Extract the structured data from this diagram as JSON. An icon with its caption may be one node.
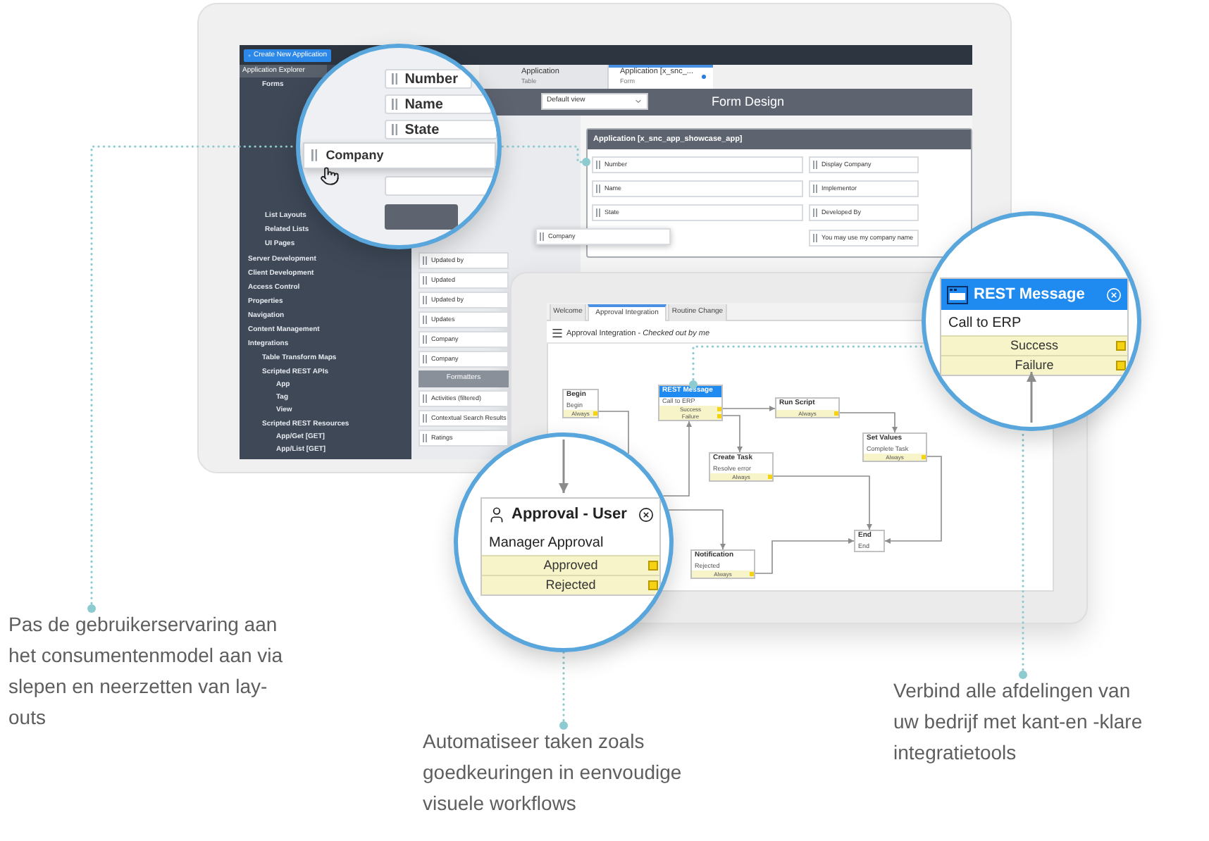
{
  "diagram": {
    "nodes": [
      {
        "text": [
          "Number",
          "Name",
          "State",
          "Company"
        ]
      },
      {
        "text": [
          "Application [x_snc_app_showcase_app]"
        ]
      },
      {
        "text": [
          "REST Message",
          "Call to ERP",
          "Success",
          "Failure"
        ]
      },
      {
        "text": [
          "Begin",
          "Begin",
          "Always"
        ]
      },
      {
        "text": [
          "Run Script",
          "Always"
        ]
      },
      {
        "text": [
          "Set Values",
          "Complete Task",
          "Always"
        ]
      },
      {
        "text": [
          "Create Task",
          "Resolve error",
          "Always"
        ]
      },
      {
        "text": [
          "End",
          "End"
        ]
      },
      {
        "text": [
          "Notification",
          "Rejected",
          "Always"
        ]
      },
      {
        "text": [],
        "shape": "circle"
      },
      {
        "text": [
          "REST Message",
          "Call to ERP",
          "Success",
          "Failure"
        ],
        "in": 9
      },
      {
        "text": [],
        "shape": "circle"
      },
      {
        "text": [
          "Approval - User",
          "Manager Approval",
          "Approved",
          "Rejected"
        ],
        "in": 11
      },
      {
        "text": [
          "Pas de gebruikerservaring aan het consumentenmodel aan via slepen en neerzetten van lay-outs"
        ]
      },
      {
        "text": [
          "Automatiseer taken zoals goedkeuringen in eenvoudige visuele workflows"
        ]
      },
      {
        "text": [
          "Verbind alle afdelingen van uw bedrijf met kant-en -klare integratietools"
        ]
      }
    ],
    "edges": [
      {
        "from": 13,
        "to": 0,
        "arrow": "other",
        "style": "dashed",
        "color": "#8ccbd0"
      },
      {
        "from": 1,
        "to": 0,
        "arrow": "other",
        "style": "dashed",
        "color": "#8ccbd0"
      },
      {
        "from": 14,
        "to": 11,
        "arrow": "other",
        "style": "dashed",
        "color": "#8ccbd0"
      },
      {
        "from": 15,
        "to": 9,
        "arrow": "other",
        "style": "dashed",
        "color": "#8ccbd0"
      },
      {
        "from": 2,
        "to": 9,
        "arrow": "other",
        "style": "dashed",
        "color": "#8ccbd0"
      },
      {
        "from": 3,
        "to": 11,
        "arrow": "none"
      },
      {
        "from": 11,
        "to": 2,
        "arrow": "to"
      },
      {
        "from": 11,
        "to": 8,
        "arrow": "to"
      },
      {
        "from": 2,
        "to": 4,
        "arrow": "to"
      },
      {
        "from": 2,
        "to": 6,
        "arrow": "to"
      },
      {
        "from": 4,
        "to": 5,
        "arrow": "to"
      },
      {
        "from": 5,
        "to": 7,
        "arrow": "to"
      },
      {
        "from": 6,
        "to": 7,
        "arrow": "to"
      },
      {
        "from": 8,
        "to": 7,
        "arrow": "to"
      },
      {
        "from": null,
        "to": 12,
        "arrow": "to"
      },
      {
        "from": null,
        "to": 10,
        "arrow": "to"
      }
    ],
    "labels": [
      "Create New Application",
      "Application Explorer",
      "Application",
      "Table",
      "Application [x_snc_...",
      "Form",
      "Forms",
      "Default view",
      "Form Design",
      "Number",
      "Display Company",
      "Name",
      "Implementor",
      "State",
      "Developed By",
      "You may use my company name",
      "List Layouts",
      "Related Lists",
      "UI Pages",
      "Company",
      "Updated by",
      "Updated",
      "Updated by",
      "Updates",
      "Company",
      "Company",
      "Formatters",
      "Activities (filtered)",
      "Contextual Search Results",
      "Ratings",
      "Server Development",
      "Client Development",
      "Access Control",
      "Properties",
      "Navigation",
      "Content Management",
      "Integrations",
      "Table Transform Maps",
      "Scripted REST APIs",
      "App",
      "Tag",
      "View",
      "Scripted REST Resources",
      "App/Get [GET]",
      "App/List [GET]",
      "Welcome",
      "Approval Integration",
      "Routine Change",
      "Approval Integration - *Checked out by me*"
    ]
  }
}
